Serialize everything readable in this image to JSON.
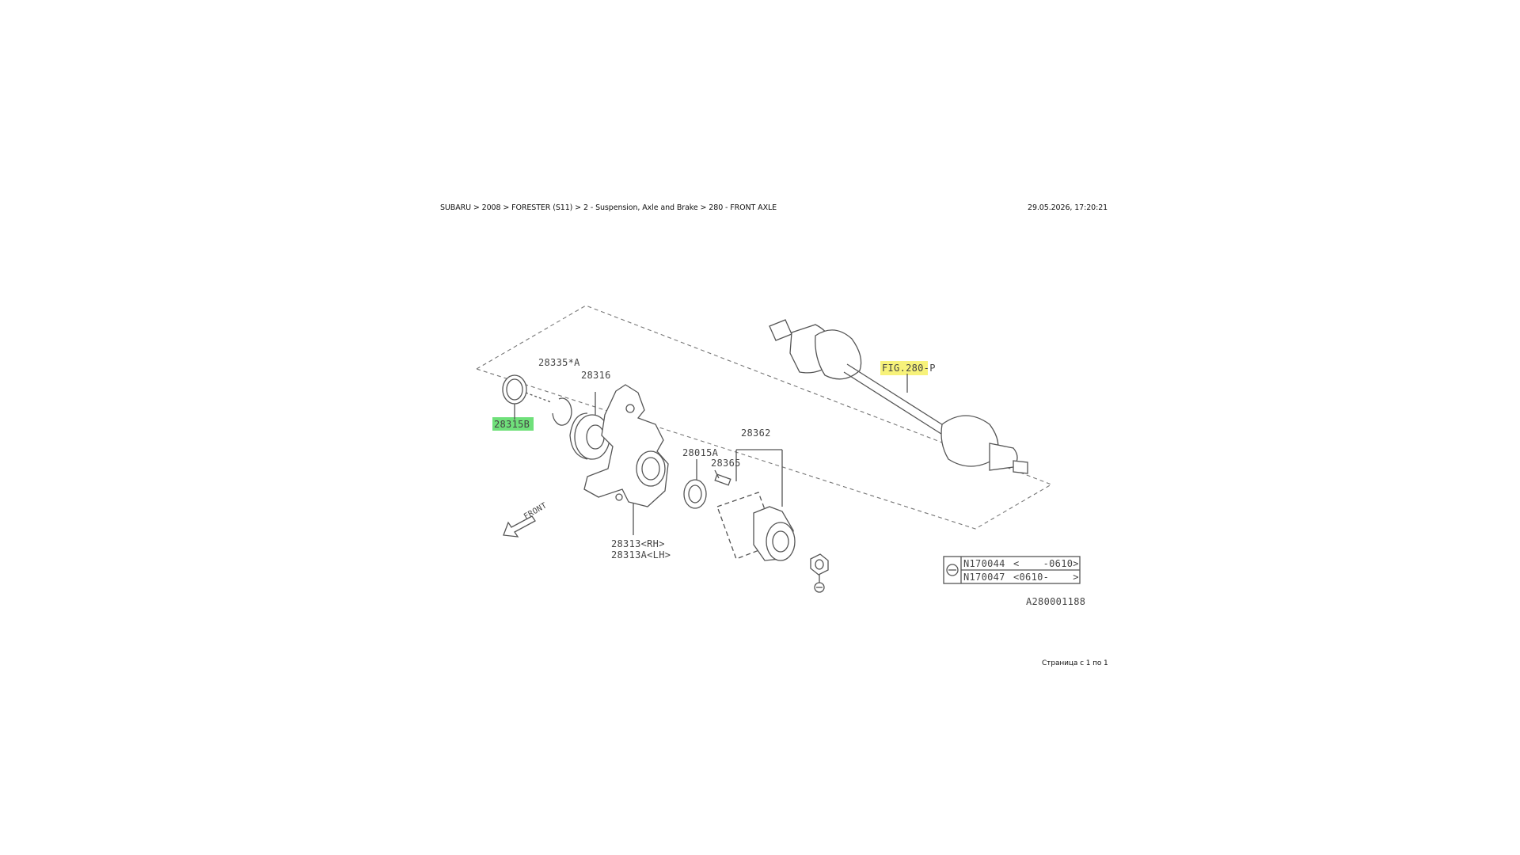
{
  "header": {
    "breadcrumb": "SUBARU > 2008 > FORESTER (S11) > 2 - Suspension, Axle and Brake > 280 - FRONT AXLE",
    "timestamp": "29.05.2026, 17:20:21"
  },
  "footer": {
    "pager": "Страница с 1 по 1"
  },
  "diagram": {
    "labels": {
      "seal_a": "28335*A",
      "bearing": "28316",
      "seal_b": "28315B",
      "fig_ref": "FIG.280-P",
      "hub_assy": "28362",
      "spacer": "28015A",
      "bolt": "28365",
      "housing_rh": "28313<RH>",
      "housing_lh": "28313A<LH>",
      "front": "FRONT",
      "drawing_no": "A280001188"
    },
    "note_table": [
      {
        "part": "N170044",
        "range": "<    -0610>"
      },
      {
        "part": "N170047",
        "range": "<0610-    >"
      }
    ],
    "highlight_colors": {
      "fig_ref": "#f7f27a",
      "seal_b": "#6fe07a"
    }
  }
}
